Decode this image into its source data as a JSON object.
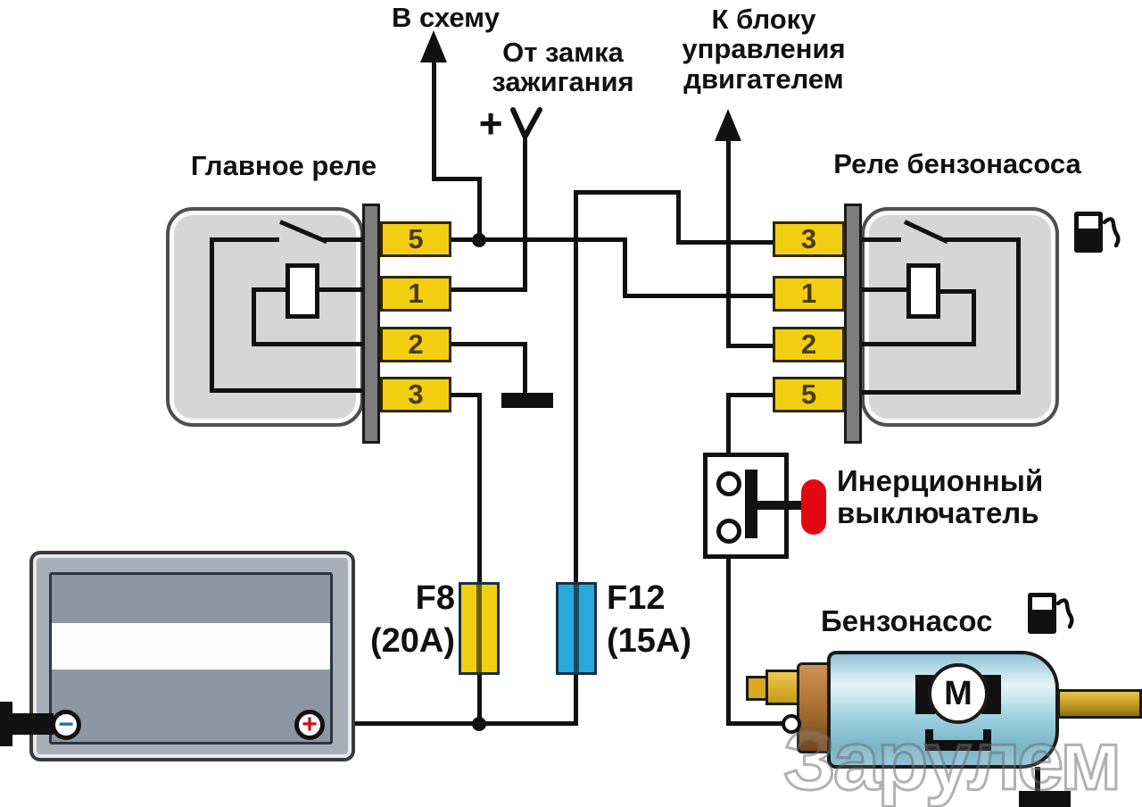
{
  "diagram": {
    "to_circuit_label": "В схему",
    "ignition_label_1": "От замка",
    "ignition_label_2": "зажигания",
    "ignition_plus": "+",
    "ecu_label_1": "К блоку",
    "ecu_label_2": "управления",
    "ecu_label_3": "двигателем"
  },
  "main_relay": {
    "title": "Главное реле",
    "pins": [
      "5",
      "1",
      "2",
      "3"
    ]
  },
  "pump_relay": {
    "title": "Реле бензонасоса",
    "pins": [
      "3",
      "1",
      "2",
      "5"
    ]
  },
  "inertia_switch": {
    "label_1": "Инерционный",
    "label_2": "выключатель"
  },
  "fuses": {
    "f8": {
      "name": "F8",
      "rating": "(20A)",
      "color": "#f2ce10"
    },
    "f12": {
      "name": "F12",
      "rating": "(15A)",
      "color": "#29a8de"
    }
  },
  "battery": {
    "minus": "−",
    "plus": "+"
  },
  "fuel_pump": {
    "label": "Бензонасос",
    "motor": "M"
  },
  "watermark": "Зарулем",
  "colors": {
    "wire": "#111111",
    "pin_fill": "#f2ce10",
    "pin_text": "#4a3b05",
    "relay_fill": "#d6d6d6",
    "red_button": "#e30613",
    "pump_body_blue": "#9ccfde",
    "collar_bronze": "#a96f33",
    "gold_fitting": "#d9a81f",
    "battery_fill": "#9ba4b0",
    "minus_blue": "#1d6fb8",
    "plus_red": "#cc1122"
  }
}
